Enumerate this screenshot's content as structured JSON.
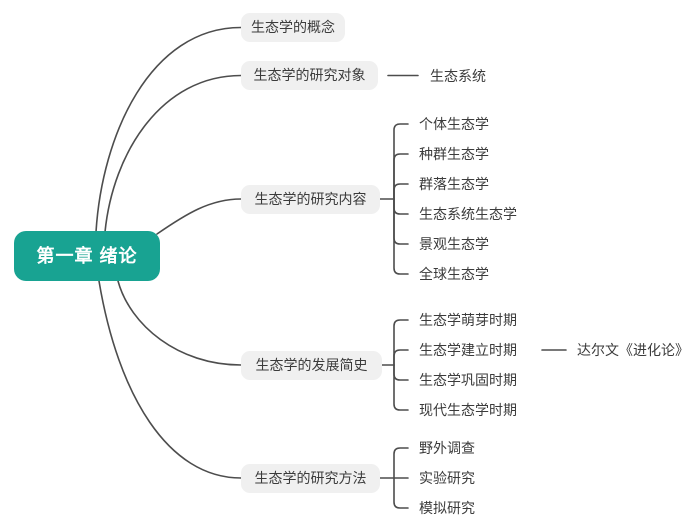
{
  "canvas": {
    "background_color": "#ffffff",
    "line_color": "#4d4d4d"
  },
  "mindmap": {
    "root": {
      "label": "第一章 绪论",
      "bg_color": "#18a392",
      "text_color": "#ffffff"
    },
    "branch_style": {
      "bg_color": "#f0f0f0",
      "text_color": "#3b3b3b"
    },
    "branches": [
      {
        "label": "生态学的概念",
        "children": []
      },
      {
        "label": "生态学的研究对象",
        "children": [
          {
            "label": "生态系统"
          }
        ]
      },
      {
        "label": "生态学的研究内容",
        "children": [
          {
            "label": "个体生态学"
          },
          {
            "label": "种群生态学"
          },
          {
            "label": "群落生态学"
          },
          {
            "label": "生态系统生态学"
          },
          {
            "label": "景观生态学"
          },
          {
            "label": "全球生态学"
          }
        ]
      },
      {
        "label": "生态学的发展简史",
        "children": [
          {
            "label": "生态学萌芽时期"
          },
          {
            "label": "生态学建立时期",
            "children": [
              {
                "label": "达尔文《进化论》"
              }
            ]
          },
          {
            "label": "生态学巩固时期"
          },
          {
            "label": "现代生态学时期"
          }
        ]
      },
      {
        "label": "生态学的研究方法",
        "children": [
          {
            "label": "野外调查"
          },
          {
            "label": "实验研究"
          },
          {
            "label": "模拟研究"
          }
        ]
      }
    ]
  }
}
